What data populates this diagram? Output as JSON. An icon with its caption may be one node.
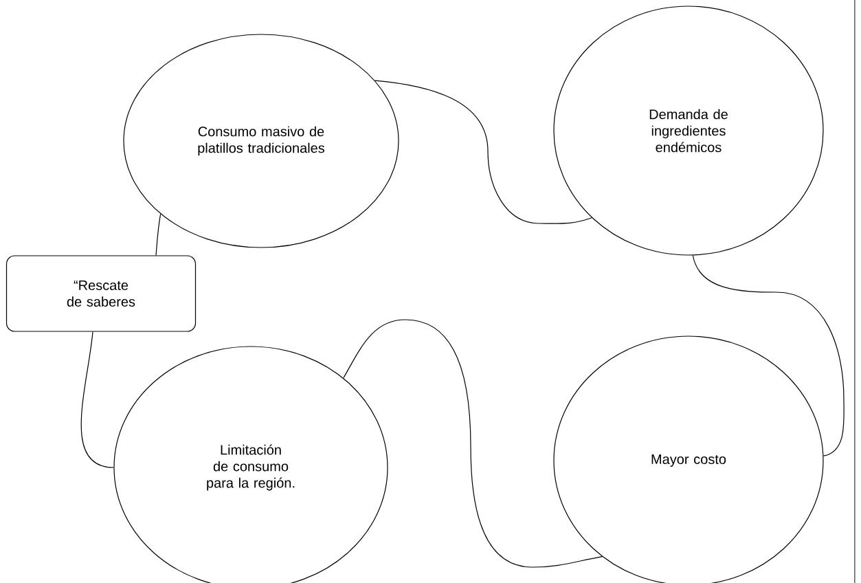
{
  "diagram": {
    "nodes": [
      {
        "text": [
          "Consumo masivo de platillos tradicionales"
        ]
      },
      {
        "text": [
          "Demanda de ingredientes endémicos"
        ]
      },
      {
        "text": [
          "“Rescate de saberes"
        ]
      },
      {
        "text": [
          "Limitación de consumo para la región."
        ]
      },
      {
        "text": [
          "Mayor costo"
        ]
      }
    ],
    "edges": [
      {
        "from": 0,
        "to": 1,
        "arrow": "none"
      },
      {
        "from": 1,
        "to": 4,
        "arrow": "none"
      },
      {
        "from": 4,
        "to": 3,
        "arrow": "none"
      },
      {
        "from": 3,
        "to": 2,
        "arrow": "none"
      },
      {
        "from": 2,
        "to": 0,
        "arrow": "none"
      }
    ]
  }
}
